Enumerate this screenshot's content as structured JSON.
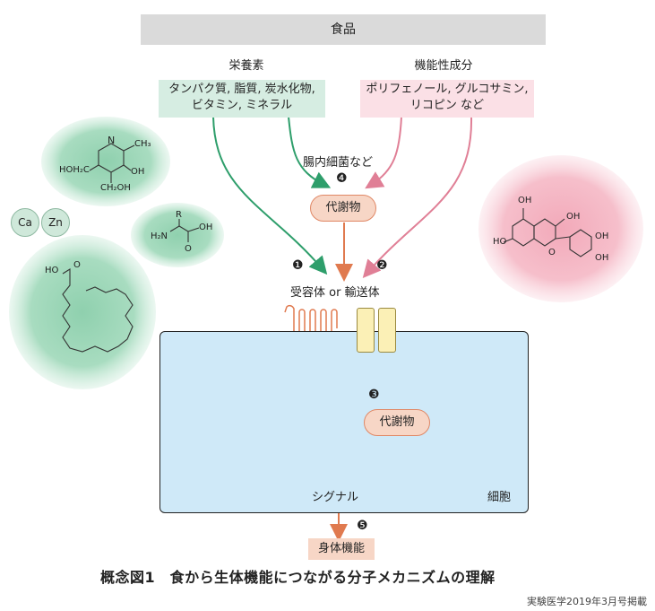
{
  "top": {
    "food": "食品"
  },
  "nutrients": {
    "heading": "栄養素",
    "line1": "タンパク質, 脂質, 炭水化物,",
    "line2": "ビタミン, ミネラル"
  },
  "functional": {
    "heading": "機能性成分",
    "line1": "ポリフェノール, グルコサミン,",
    "line2": "リコピン など"
  },
  "bacteria": "腸内細菌など",
  "metabolite_top": "代謝物",
  "metabolite_inner": "代謝物",
  "receptor": "受容体 or 輸送体",
  "signal": "シグナル",
  "cell_label": "細胞",
  "body_function": "身体機能",
  "markers": {
    "m1": "❶",
    "m2": "❷",
    "m3": "❸",
    "m4": "❹",
    "m5": "❺"
  },
  "ions": [
    "Ca",
    "Zn"
  ],
  "chem": {
    "pyridoxine": {
      "n": "N",
      "ch3": "CH₃",
      "hoh2c": "HOH₂C",
      "oh": "OH",
      "ch2oh": "CH₂OH"
    },
    "amino_acid": {
      "r": "R",
      "h2n": "H₂N",
      "oh": "OH",
      "o": "O"
    },
    "fatty_acid": {
      "ho": "HO",
      "o": "O"
    },
    "catechin": {
      "oh1": "OH",
      "oh2": "OH",
      "ho": "HO",
      "o": "O",
      "oh3": "OH",
      "oh4": "OH"
    }
  },
  "caption": "概念図1　食から生体機能につながる分子メカニズムの理解",
  "credit": "実験医学2019年3月号掲載",
  "colors": {
    "green": "#2e9e6b",
    "pink": "#e07f96",
    "orange": "#e07a4f",
    "gray_arrow": "#555555"
  }
}
